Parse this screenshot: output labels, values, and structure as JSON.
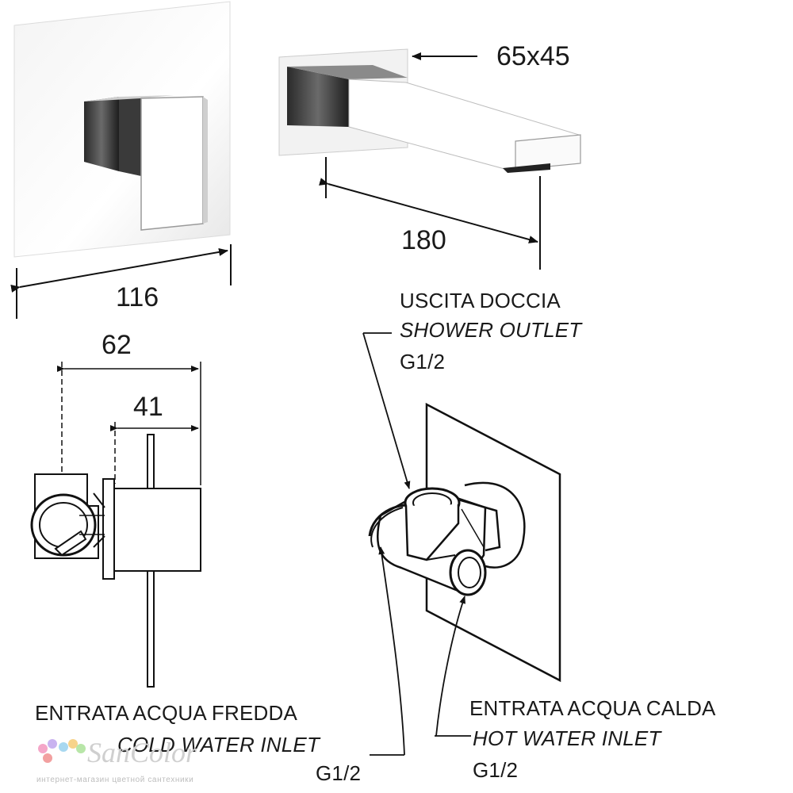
{
  "dimensions": {
    "spout_section": "65x45",
    "spout_length": "180",
    "plate_width": "116",
    "body_depth_total": "62",
    "body_depth_inner": "41"
  },
  "callouts": {
    "shower_outlet": {
      "it": "USCITA DOCCIA",
      "en": "SHOWER OUTLET",
      "thread": "G1/2"
    },
    "hot_inlet": {
      "it": "ENTRATA ACQUA CALDA",
      "en": "HOT WATER INLET",
      "thread": "G1/2"
    },
    "cold_inlet": {
      "it": "ENTRATA ACQUA FREDDA",
      "en": "COLD WATER INLET",
      "thread": "G1/2"
    }
  },
  "watermark": {
    "name": "SanColor",
    "tagline": "интернет-магазин цветной сантехники",
    "dot_colors": [
      "#f4a6c8",
      "#c9b3f0",
      "#a8d8f0",
      "#f7d38a",
      "#b8e6a8",
      "#f2a0a0"
    ]
  }
}
